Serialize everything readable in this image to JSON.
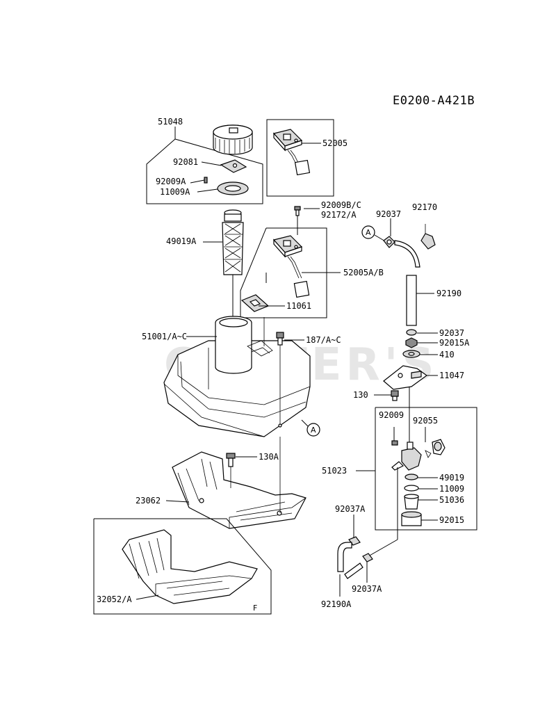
{
  "diagram_code": "E0200-A421B",
  "watermark": "CUTTER'S",
  "callouts": {
    "a1": "A",
    "a2": "A",
    "f": "F"
  },
  "labels": {
    "p51048": "51048",
    "p92081": "92081",
    "p92009a": "92009A",
    "p11009a": "11009A",
    "p52005": "52005",
    "p92009bc": "92009B/C",
    "p92172a": "92172/A",
    "p49019a": "49019A",
    "p52005ab": "52005A/B",
    "p11061": "11061",
    "p51001": "51001/A~C",
    "p187": "187/A~C",
    "p130a": "130A",
    "p23062": "23062",
    "p32052a": "32052/A",
    "p92037_top": "92037",
    "p92170": "92170",
    "p92190": "92190",
    "p92037_mid": "92037",
    "p92015a": "92015A",
    "p410": "410",
    "p11047": "11047",
    "p130": "130",
    "p92009": "92009",
    "p92055": "92055",
    "p51023": "51023",
    "p49019": "49019",
    "p11009": "11009",
    "p51036": "51036",
    "p92015": "92015",
    "p92037a_top": "92037A",
    "p92037a_bot": "92037A",
    "p92190a": "92190A"
  }
}
